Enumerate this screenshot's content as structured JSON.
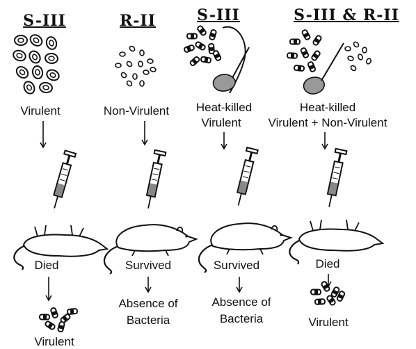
{
  "columns": [
    {
      "header": "S-III",
      "label": "Virulent",
      "outcome": "Died",
      "result": "Virulent"
    },
    {
      "header": "R-II",
      "label": "Non-Virulent",
      "outcome": "Survived",
      "result_line1": "Absence of",
      "result_line2": "Bacteria"
    },
    {
      "header": "S-III",
      "label_line1": "Heat-killed",
      "label_line2": "Virulent",
      "outcome": "Survived",
      "result_line1": "Absence of",
      "result_line2": "Bacteria"
    },
    {
      "header": "S-III & R-II",
      "label_line1": "Heat-killed",
      "label_line2": "Virulent + Non-Virulent",
      "outcome": "Died",
      "result": "Virulent"
    }
  ],
  "colors": {
    "ink": "#111111",
    "background": "#ffffff"
  }
}
